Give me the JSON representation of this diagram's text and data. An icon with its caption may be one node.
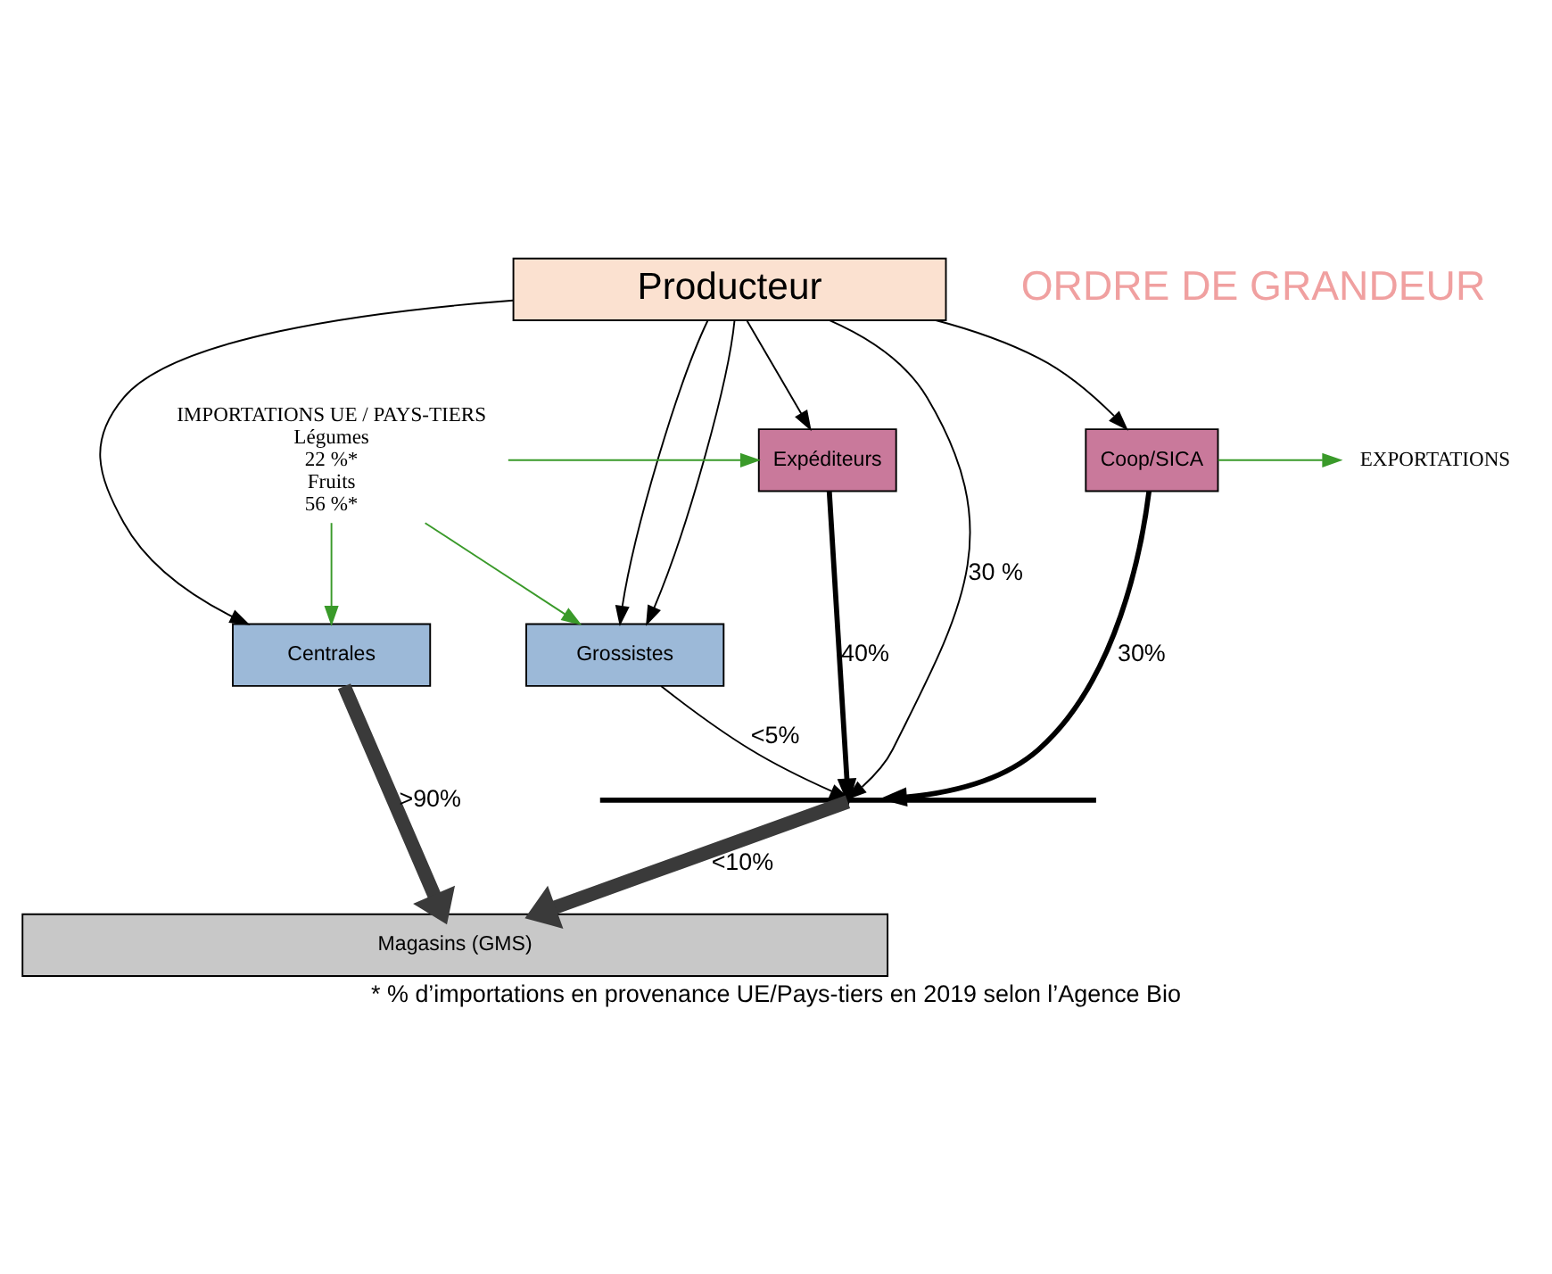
{
  "diagram": {
    "caption": "* % d’importations en provenance UE/Pays-tiers en 2019 selon l’Agence Bio",
    "nodes": [
      {
        "text": [
          "Producteur"
        ]
      },
      {
        "text": [
          "Coop/SICA"
        ]
      },
      {
        "text": [
          "Expéditeurs"
        ]
      },
      {
        "text": [
          "Grossistes"
        ]
      },
      {
        "text": [
          "Centrales"
        ]
      },
      {
        "text": [
          "Magasins (GMS)"
        ]
      },
      {
        "text": [
          "EXPORTATIONS"
        ]
      },
      {
        "text": [
          "IMPORTATIONS UE / PAYS-TIERS",
          "Légumes",
          "22 %*",
          "Fruits",
          "56 %*"
        ]
      },
      {
        "text": [],
        "shape": "bar"
      }
    ],
    "edges": [
      {
        "from": 0,
        "to": 1,
        "arrow": "to"
      },
      {
        "from": 0,
        "to": 2,
        "arrow": "to"
      },
      {
        "from": 0,
        "to": 3,
        "arrow": "to"
      },
      {
        "from": 0,
        "to": 3,
        "arrow": "to"
      },
      {
        "from": 0,
        "to": 4,
        "arrow": "to"
      },
      {
        "from": 0,
        "to": 8,
        "arrow": "to",
        "label": "30 %"
      },
      {
        "from": 1,
        "to": 8,
        "arrow": "to",
        "label": "30%",
        "style": "thick"
      },
      {
        "from": 2,
        "to": 8,
        "arrow": "to",
        "label": "40%",
        "style": "thick"
      },
      {
        "from": 3,
        "to": 8,
        "arrow": "to",
        "label": "<5%"
      },
      {
        "from": 8,
        "to": 5,
        "arrow": "to",
        "label": "<10%",
        "style": "thick",
        "color": "#3a3a3a"
      },
      {
        "from": 4,
        "to": 5,
        "arrow": "to",
        "label": ">90%",
        "style": "thick",
        "color": "#3a3a3a"
      },
      {
        "from": 7,
        "to": 2,
        "arrow": "to",
        "color": "#3a9a2a"
      },
      {
        "from": 1,
        "to": 6,
        "arrow": "to",
        "color": "#3a9a2a"
      },
      {
        "from": 7,
        "to": 3,
        "arrow": "to",
        "color": "#3a9a2a"
      },
      {
        "from": 7,
        "to": 4,
        "arrow": "to",
        "color": "#3a9a2a"
      }
    ],
    "labels": [
      "ORDRE DE GRANDEUR"
    ]
  }
}
